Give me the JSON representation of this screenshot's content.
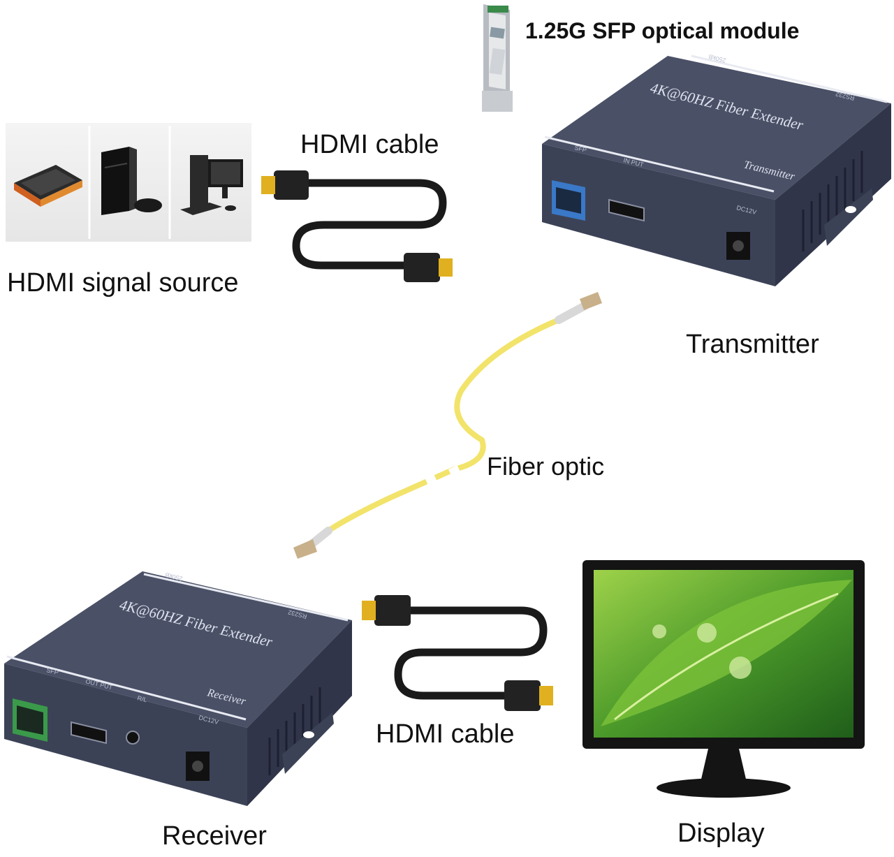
{
  "labels": {
    "sfp_module": "1.25G SFP optical module",
    "hdmi_cable_top": "HDMI cable",
    "signal_source": "HDMI signal source",
    "transmitter": "Transmitter",
    "fiber_optic": "Fiber optic",
    "hdmi_cable_bottom": "HDMI cable",
    "receiver": "Receiver",
    "display": "Display"
  },
  "devices": {
    "transmitter": {
      "model_text": "4K@60HZ Fiber Extender",
      "role_text": "Transmitter",
      "port_sfp": "SFP",
      "port_hdmi": "IN PUT",
      "port_dc": "DC12V",
      "rear_left": "250kB",
      "rear_right": "RS232"
    },
    "receiver": {
      "model_text": "4K@60HZ Fiber Extender",
      "role_text": "Receiver",
      "port_sfp": "SFP",
      "port_hdmi": "OUT PUT",
      "port_audio": "R/L",
      "port_dc": "DC12V",
      "rear_left": "250kB",
      "rear_right": "RS232"
    }
  },
  "colors": {
    "device_body": "#3c4256",
    "fiber_jacket": "#f2e36a",
    "hdmi_gold": "#e0b020",
    "sfp_blue": "#3a78c8",
    "sfp_green": "#3a9a4a"
  }
}
